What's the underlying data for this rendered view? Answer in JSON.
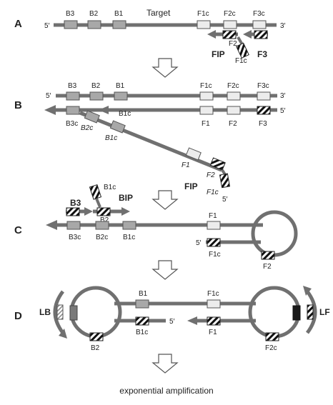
{
  "panels": {
    "a": "A",
    "b": "B",
    "c": "C",
    "d": "D"
  },
  "panel_a": {
    "target": "Target",
    "five_prime": "5′",
    "three_prime": "3′",
    "b3": "B3",
    "b2": "B2",
    "b1": "B1",
    "f1c": "F1c",
    "f2c": "F2c",
    "f3c": "F3c",
    "f2": "F2",
    "f1c_primer": "F1c",
    "fip": "FIP",
    "f3": "F3"
  },
  "panel_b": {
    "five_prime_top": "5′",
    "three_prime_top": "3′",
    "five_prime_bottom": "5′",
    "five_prime_tail": "5′",
    "b3": "B3",
    "b2": "B2",
    "b1": "B1",
    "f1c": "F1c",
    "f2c": "F2c",
    "f3c": "F3c",
    "b3c": "B3c",
    "b2c": "B2c",
    "b1c": "B1c",
    "b1c_strand": "B1c",
    "f1": "F1",
    "f2": "F2",
    "f3": "F3",
    "f1_tail": "F1",
    "f2_tail": "F2",
    "f1c_tail": "F1c",
    "fip": "FIP"
  },
  "panel_c": {
    "b1c": "B1c",
    "bip": "BIP",
    "b3": "B3",
    "b2": "B2",
    "b3c": "B3c",
    "b2c": "B2c",
    "b1c_strand": "B1c",
    "f1": "F1",
    "five_prime": "5′",
    "f1c": "F1c",
    "f2": "F2"
  },
  "panel_d": {
    "lb": "LB",
    "lf": "LF",
    "b1": "B1",
    "b1c": "B1c",
    "b2": "B2",
    "f1c": "F1c",
    "f1": "F1",
    "f2c": "F2c",
    "five_prime": "5′"
  },
  "footer": {
    "caption": "exponential amplification"
  },
  "colors": {
    "strand": "#707070",
    "box_dark": "#a8a8a8",
    "box_light": "#ececec",
    "stripe": "#111111",
    "lb_box": "#7a7a7a",
    "lf_box": "#1a1a1a"
  }
}
